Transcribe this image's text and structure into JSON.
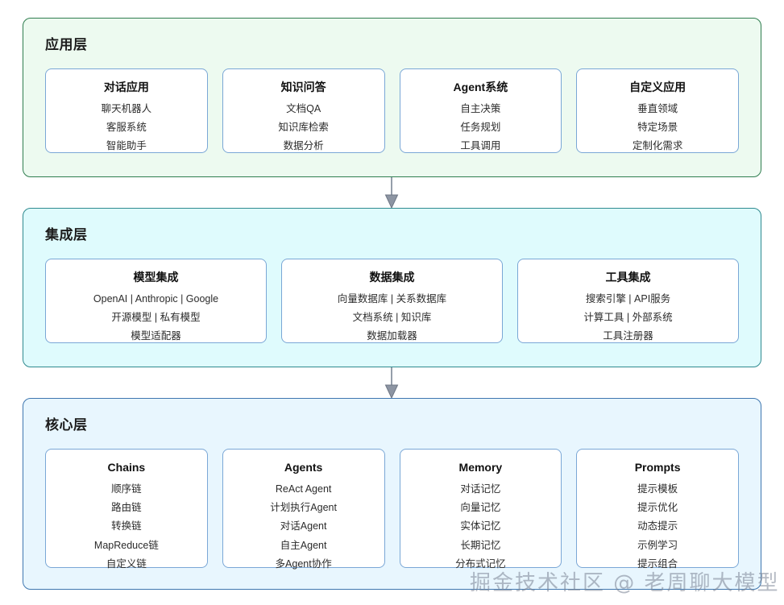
{
  "diagram": {
    "title_semantic": "langchain-architecture-layers",
    "colors": {
      "application_bg": "#edfaf0",
      "application_border": "#2f7d4f",
      "integration_bg": "#dffbfd",
      "integration_border": "#2f8a8f",
      "core_bg": "#e8f6fe",
      "core_border": "#3f77b0",
      "card_border": "#7aa7d6",
      "card_bg": "#ffffff",
      "arrow": "#7b8594"
    }
  },
  "layers": [
    {
      "id": "application",
      "title": "应用层",
      "cards": [
        {
          "title": "对话应用",
          "items": [
            "聊天机器人",
            "客服系统",
            "智能助手"
          ]
        },
        {
          "title": "知识问答",
          "items": [
            "文档QA",
            "知识库检索",
            "数据分析"
          ]
        },
        {
          "title": "Agent系统",
          "items": [
            "自主决策",
            "任务规划",
            "工具调用"
          ]
        },
        {
          "title": "自定义应用",
          "items": [
            "垂直领域",
            "特定场景",
            "定制化需求"
          ]
        }
      ]
    },
    {
      "id": "integration",
      "title": "集成层",
      "cards": [
        {
          "title": "模型集成",
          "items": [
            "OpenAI | Anthropic | Google",
            "开源模型 | 私有模型",
            "模型适配器"
          ]
        },
        {
          "title": "数据集成",
          "items": [
            "向量数据库 | 关系数据库",
            "文档系统 | 知识库",
            "数据加载器"
          ]
        },
        {
          "title": "工具集成",
          "items": [
            "搜索引擎 | API服务",
            "计算工具 | 外部系统",
            "工具注册器"
          ]
        }
      ]
    },
    {
      "id": "core",
      "title": "核心层",
      "cards": [
        {
          "title": "Chains",
          "items": [
            "顺序链",
            "路由链",
            "转换链",
            "MapReduce链",
            "自定义链"
          ]
        },
        {
          "title": "Agents",
          "items": [
            "ReAct Agent",
            "计划执行Agent",
            "对话Agent",
            "自主Agent",
            "多Agent协作"
          ]
        },
        {
          "title": "Memory",
          "items": [
            "对话记忆",
            "向量记忆",
            "实体记忆",
            "长期记忆",
            "分布式记忆"
          ]
        },
        {
          "title": "Prompts",
          "items": [
            "提示模板",
            "提示优化",
            "动态提示",
            "示例学习",
            "提示组合"
          ]
        }
      ]
    }
  ],
  "arrows": [
    {
      "id": "app-to-integration",
      "from": "application",
      "to": "integration",
      "direction": "down"
    },
    {
      "id": "integration-to-core",
      "from": "integration",
      "to": "core",
      "direction": "down"
    }
  ],
  "watermark": {
    "text": "掘金技术社区 @ 老周聊大模型"
  }
}
